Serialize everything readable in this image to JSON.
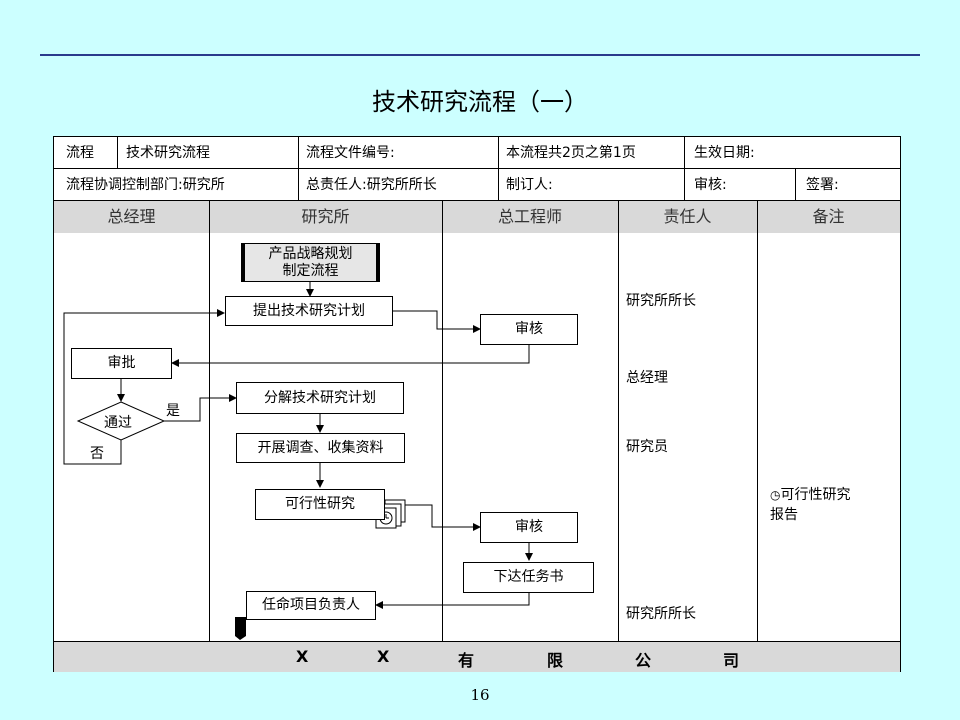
{
  "title": "技术研究流程（一）",
  "header": {
    "row1": {
      "process_label": "流程",
      "process_name": "技术研究流程",
      "doc_no": "流程文件编号:",
      "pages": "本流程共2页之第1页",
      "effective": "生效日期:"
    },
    "row2": {
      "dept": "流程协调控制部门:研究所",
      "owner": "总责任人:研究所所长",
      "maker": "制订人:",
      "review": "审核:",
      "sign": "签署:"
    }
  },
  "lanes": [
    "总经理",
    "研究所",
    "总工程师",
    "责任人",
    "备注"
  ],
  "nodes": {
    "strategy_l1": "产品战略规划",
    "strategy_l2": "制定流程",
    "propose": "提出技术研究计划",
    "review1": "审核",
    "approve": "审批",
    "pass": "通过",
    "yes": "是",
    "no": "否",
    "decompose": "分解技术研究计划",
    "survey": "开展调查、收集资料",
    "feasibility": "可行性研究",
    "review2": "审核",
    "task": "下达任务书",
    "appoint": "任命项目负责人"
  },
  "responsible": [
    "研究所所长",
    "总经理",
    "研究员",
    "研究所所长"
  ],
  "remarks": {
    "line1": "可行性研究",
    "line2": "报告"
  },
  "footer_chars": [
    "X",
    "X",
    "有",
    "限",
    "公",
    "司"
  ],
  "page_number": "16"
}
